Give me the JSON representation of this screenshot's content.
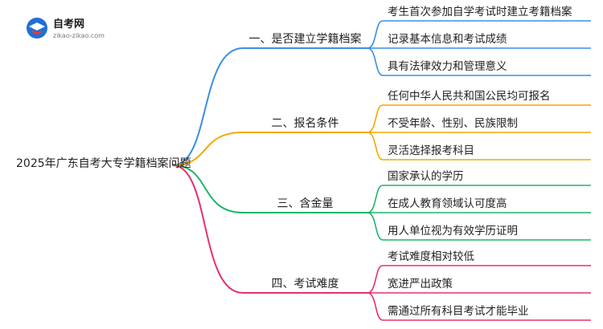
{
  "logo": {
    "name": "自考网",
    "url": "zikao-zikao.com",
    "colors": {
      "circle": "#1e6fd6",
      "cap": "#ffffff",
      "accent": "#e23b3b"
    }
  },
  "root": {
    "label": "2025年广东自考大专学籍档案问题"
  },
  "branches": [
    {
      "id": "b1",
      "label": "一、是否建立学籍档案",
      "color": "#3a8ee6",
      "children": [
        "考生首次参加自学考试时建立考籍档案",
        "记录基本信息和考试成绩",
        "具有法律效力和管理意义"
      ]
    },
    {
      "id": "b2",
      "label": "二、报名条件",
      "color": "#f2a900",
      "children": [
        "任何中华人民共和国公民均可报名",
        "不受年龄、性别、民族限制",
        "灵活选择报考科目"
      ]
    },
    {
      "id": "b3",
      "label": "三、含金量",
      "color": "#21b36b",
      "children": [
        "国家承认的学历",
        "在成人教育领域认可度高",
        "用人单位视为有效学历证明"
      ]
    },
    {
      "id": "b4",
      "label": "四、考试难度",
      "color": "#e6306f",
      "children": [
        "考试难度相对较低",
        "宽进严出政策",
        "需通过所有科目考试才能毕业"
      ]
    }
  ]
}
